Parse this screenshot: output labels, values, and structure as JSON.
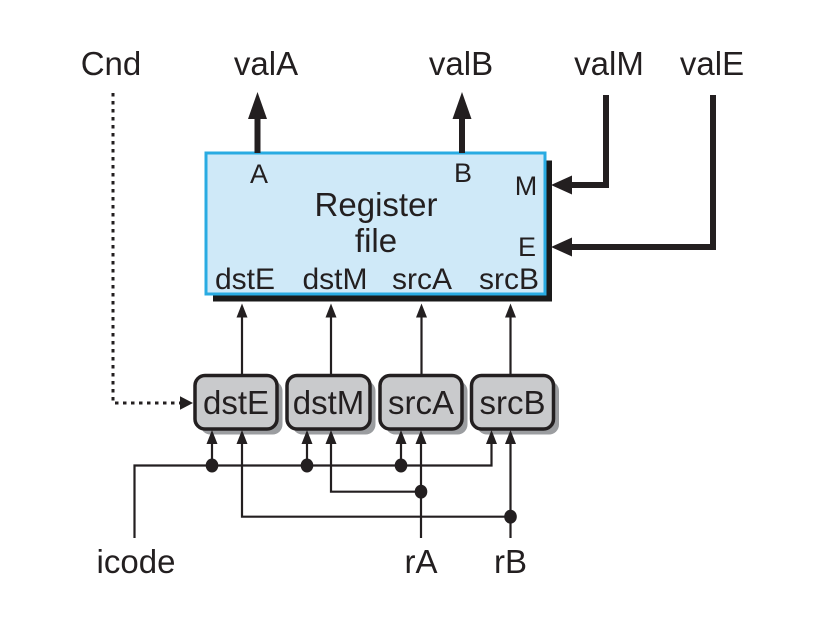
{
  "colors": {
    "background": "#ffffff",
    "line": "#231f20",
    "register_file_fill": "#cfe9f8",
    "register_file_border": "#29abe2",
    "register_file_shadow": "#1a1a1a",
    "block_fill": "#c9cacc",
    "block_border": "#231f20",
    "block_shadow": "#9b9da0"
  },
  "top_labels": {
    "cnd": "Cnd",
    "valA": "valA",
    "valB": "valB",
    "valM": "valM",
    "valE": "valE"
  },
  "register_file": {
    "title_line1": "Register",
    "title_line2": "file",
    "port_a": "A",
    "port_b": "B",
    "port_m": "M",
    "port_e": "E",
    "bottom_ports": [
      "dstE",
      "dstM",
      "srcA",
      "srcB"
    ]
  },
  "id_blocks": [
    "dstE",
    "dstM",
    "srcA",
    "srcB"
  ],
  "bottom_labels": {
    "icode": "icode",
    "rA": "rA",
    "rB": "rB"
  }
}
